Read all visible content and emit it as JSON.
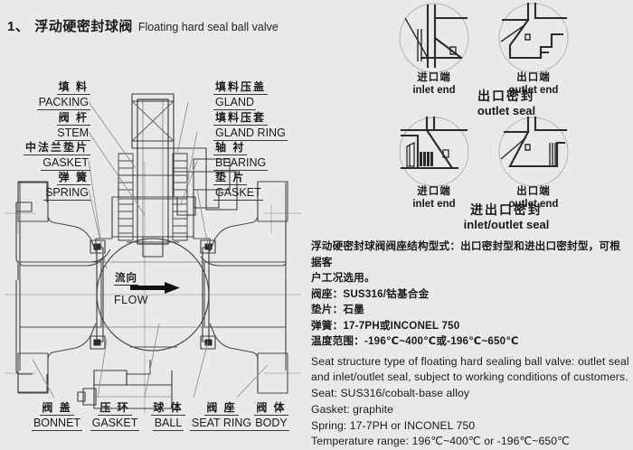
{
  "header": {
    "index": "1、",
    "title_cn": "浮动硬密封球阀",
    "title_en": "Floating hard seal ball valve",
    "ghost_row": "· · · · · · · · · · · · · ·"
  },
  "flow": {
    "cn": "流向",
    "en": "FLOW",
    "arrow_icon": "flow-arrow-right-icon"
  },
  "callouts_left": [
    {
      "cn": "填 料",
      "en": "PACKING"
    },
    {
      "cn": "阀 杆",
      "en": "STEM"
    },
    {
      "cn": "中法兰垫片",
      "en": "GASKET"
    },
    {
      "cn": "弹 簧",
      "en": "SPRING"
    }
  ],
  "callouts_right": [
    {
      "cn": "填料压盖",
      "en": "GLAND"
    },
    {
      "cn": "填料压套",
      "en": "GLAND RING"
    },
    {
      "cn": "轴 衬",
      "en": "BEARING"
    },
    {
      "cn": "垫 片",
      "en": "GASKET"
    }
  ],
  "callouts_bottom": [
    {
      "cn": "阀 盖",
      "en": "BONNET"
    },
    {
      "cn": "压 环",
      "en": "GASKET"
    },
    {
      "cn": "球 体",
      "en": "BALL"
    },
    {
      "cn": "阀 座",
      "en": "SEAT RING"
    },
    {
      "cn": "阀 体",
      "en": "BODY"
    }
  ],
  "seal_groups": [
    {
      "group_cn": "出口密封",
      "group_en": "outlet seal",
      "details": [
        {
          "cn": "进口端",
          "en": "inlet end",
          "icon": "seat-section-inlet-outlet-seal-icon"
        },
        {
          "cn": "出口端",
          "en": "outlet end",
          "icon": "seat-section-outlet-stepped-icon"
        }
      ]
    },
    {
      "group_cn": "进出口密封",
      "group_en": "inlet/outlet seal",
      "details": [
        {
          "cn": "进口端",
          "en": "inlet end",
          "icon": "seat-section-inlet-spring-icon"
        },
        {
          "cn": "出口端",
          "en": "outlet end",
          "icon": "seat-section-outlet-ring-icon"
        }
      ]
    }
  ],
  "spec": {
    "cn_lines": [
      "浮动硬密封球阀阀座结构型式：出口密封型和进出口密封型，可根据客",
      "户工况选用。",
      "阀座：SUS316/钴基合金",
      "垫片：石墨",
      "弹簧：17-7PH或INCONEL 750",
      "温度范围：-196℃~400℃或-196℃~650℃"
    ],
    "en_lines": [
      "Seat structure type of floating hard sealing ball valve: outlet seal",
      "and inlet/outlet seal, subject to working conditions of customers.",
      "Seat: SUS316/cobalt-base alloy",
      "Gasket: graphite",
      "Spring: 17-7PH or INCONEL 750",
      "Temperature range: 196℃~400℃ or -196℃~650℃"
    ]
  },
  "colors": {
    "background": "#e9e9e9",
    "line_dark": "#2b2b2b",
    "line_mid": "#5a5a5a",
    "line_light": "#9a9a9a",
    "text": "#1a1a1a"
  }
}
